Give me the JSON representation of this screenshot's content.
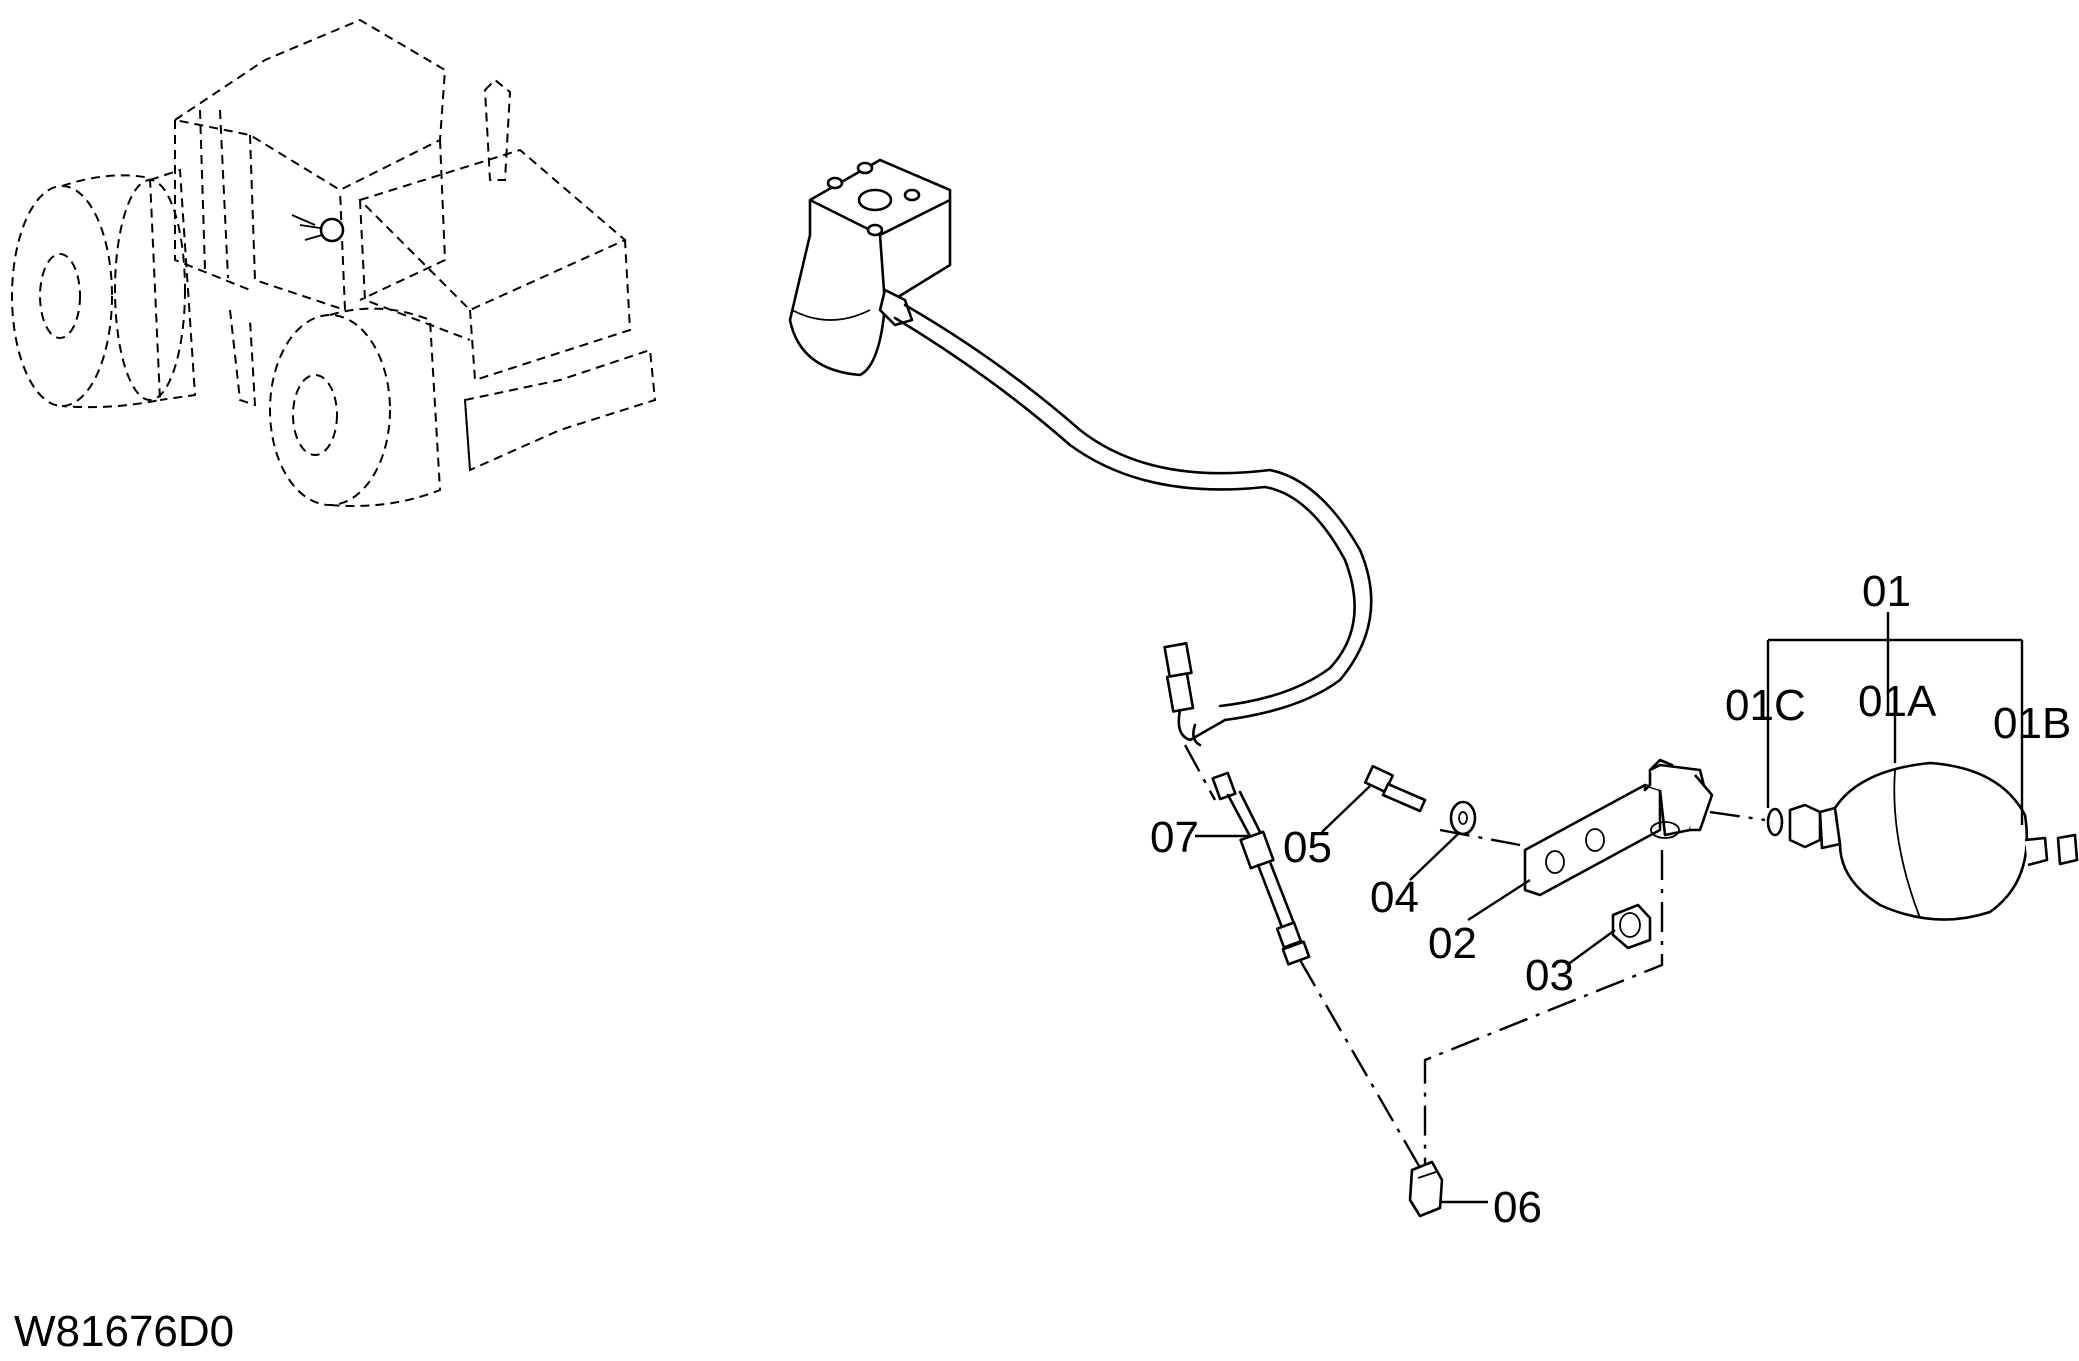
{
  "drawing_code": "W81676D0",
  "callouts": {
    "c01": "01",
    "c01A": "01A",
    "c01B": "01B",
    "c01C": "01C",
    "c02": "02",
    "c03": "03",
    "c04": "04",
    "c05": "05",
    "c06": "06",
    "c07": "07"
  }
}
